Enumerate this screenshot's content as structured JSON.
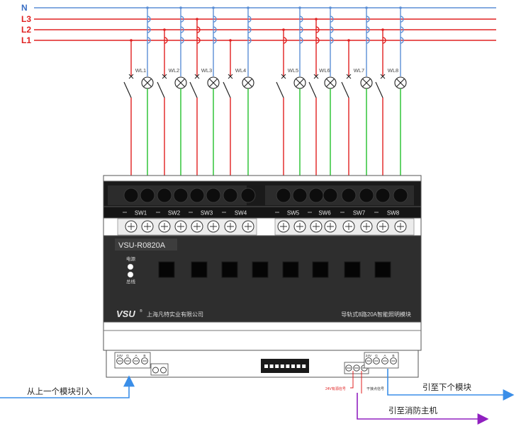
{
  "buses": [
    {
      "label": "N",
      "color": "#5b8fd6",
      "label_color": "#3a6fc4"
    },
    {
      "label": "L3",
      "color": "#e02020",
      "label_color": "#e02020"
    },
    {
      "label": "L2",
      "color": "#e02020",
      "label_color": "#e02020"
    },
    {
      "label": "L1",
      "color": "#e02020",
      "label_color": "#e02020"
    }
  ],
  "circuits": [
    {
      "lamp": "WL1",
      "sw": "SW1"
    },
    {
      "lamp": "WL2",
      "sw": "SW2"
    },
    {
      "lamp": "WL3",
      "sw": "SW3"
    },
    {
      "lamp": "WL4",
      "sw": "SW4"
    },
    {
      "lamp": "WL5",
      "sw": "SW5"
    },
    {
      "lamp": "WL6",
      "sw": "SW6"
    },
    {
      "lamp": "WL7",
      "sw": "SW7"
    },
    {
      "lamp": "WL8",
      "sw": "SW8"
    }
  ],
  "module": {
    "model": "VSU-R0820A",
    "led_power": "电源",
    "led_bus": "总线",
    "brand": "VSU",
    "company": "上海凡特实业有限公司",
    "description": "导轨式8路20A智能照明模块"
  },
  "bottom_terminals": {
    "left_labels": [
      "24V",
      "G",
      "A",
      "B"
    ],
    "right_labels": [
      "24V",
      "G",
      "A",
      "B"
    ],
    "small_labels": [
      "24V有源信号",
      "干接点信号"
    ]
  },
  "annotations": {
    "from_prev": "从上一个模块引入",
    "to_next": "引至下个模块",
    "to_fire": "引至消防主机"
  },
  "colors": {
    "phase": "#e02020",
    "neutral": "#5b8fd6",
    "load_return": "#22c02a",
    "bus_line": "#3a8ee8",
    "fire_line": "#9020c0",
    "panel": "#2a2a2a"
  }
}
